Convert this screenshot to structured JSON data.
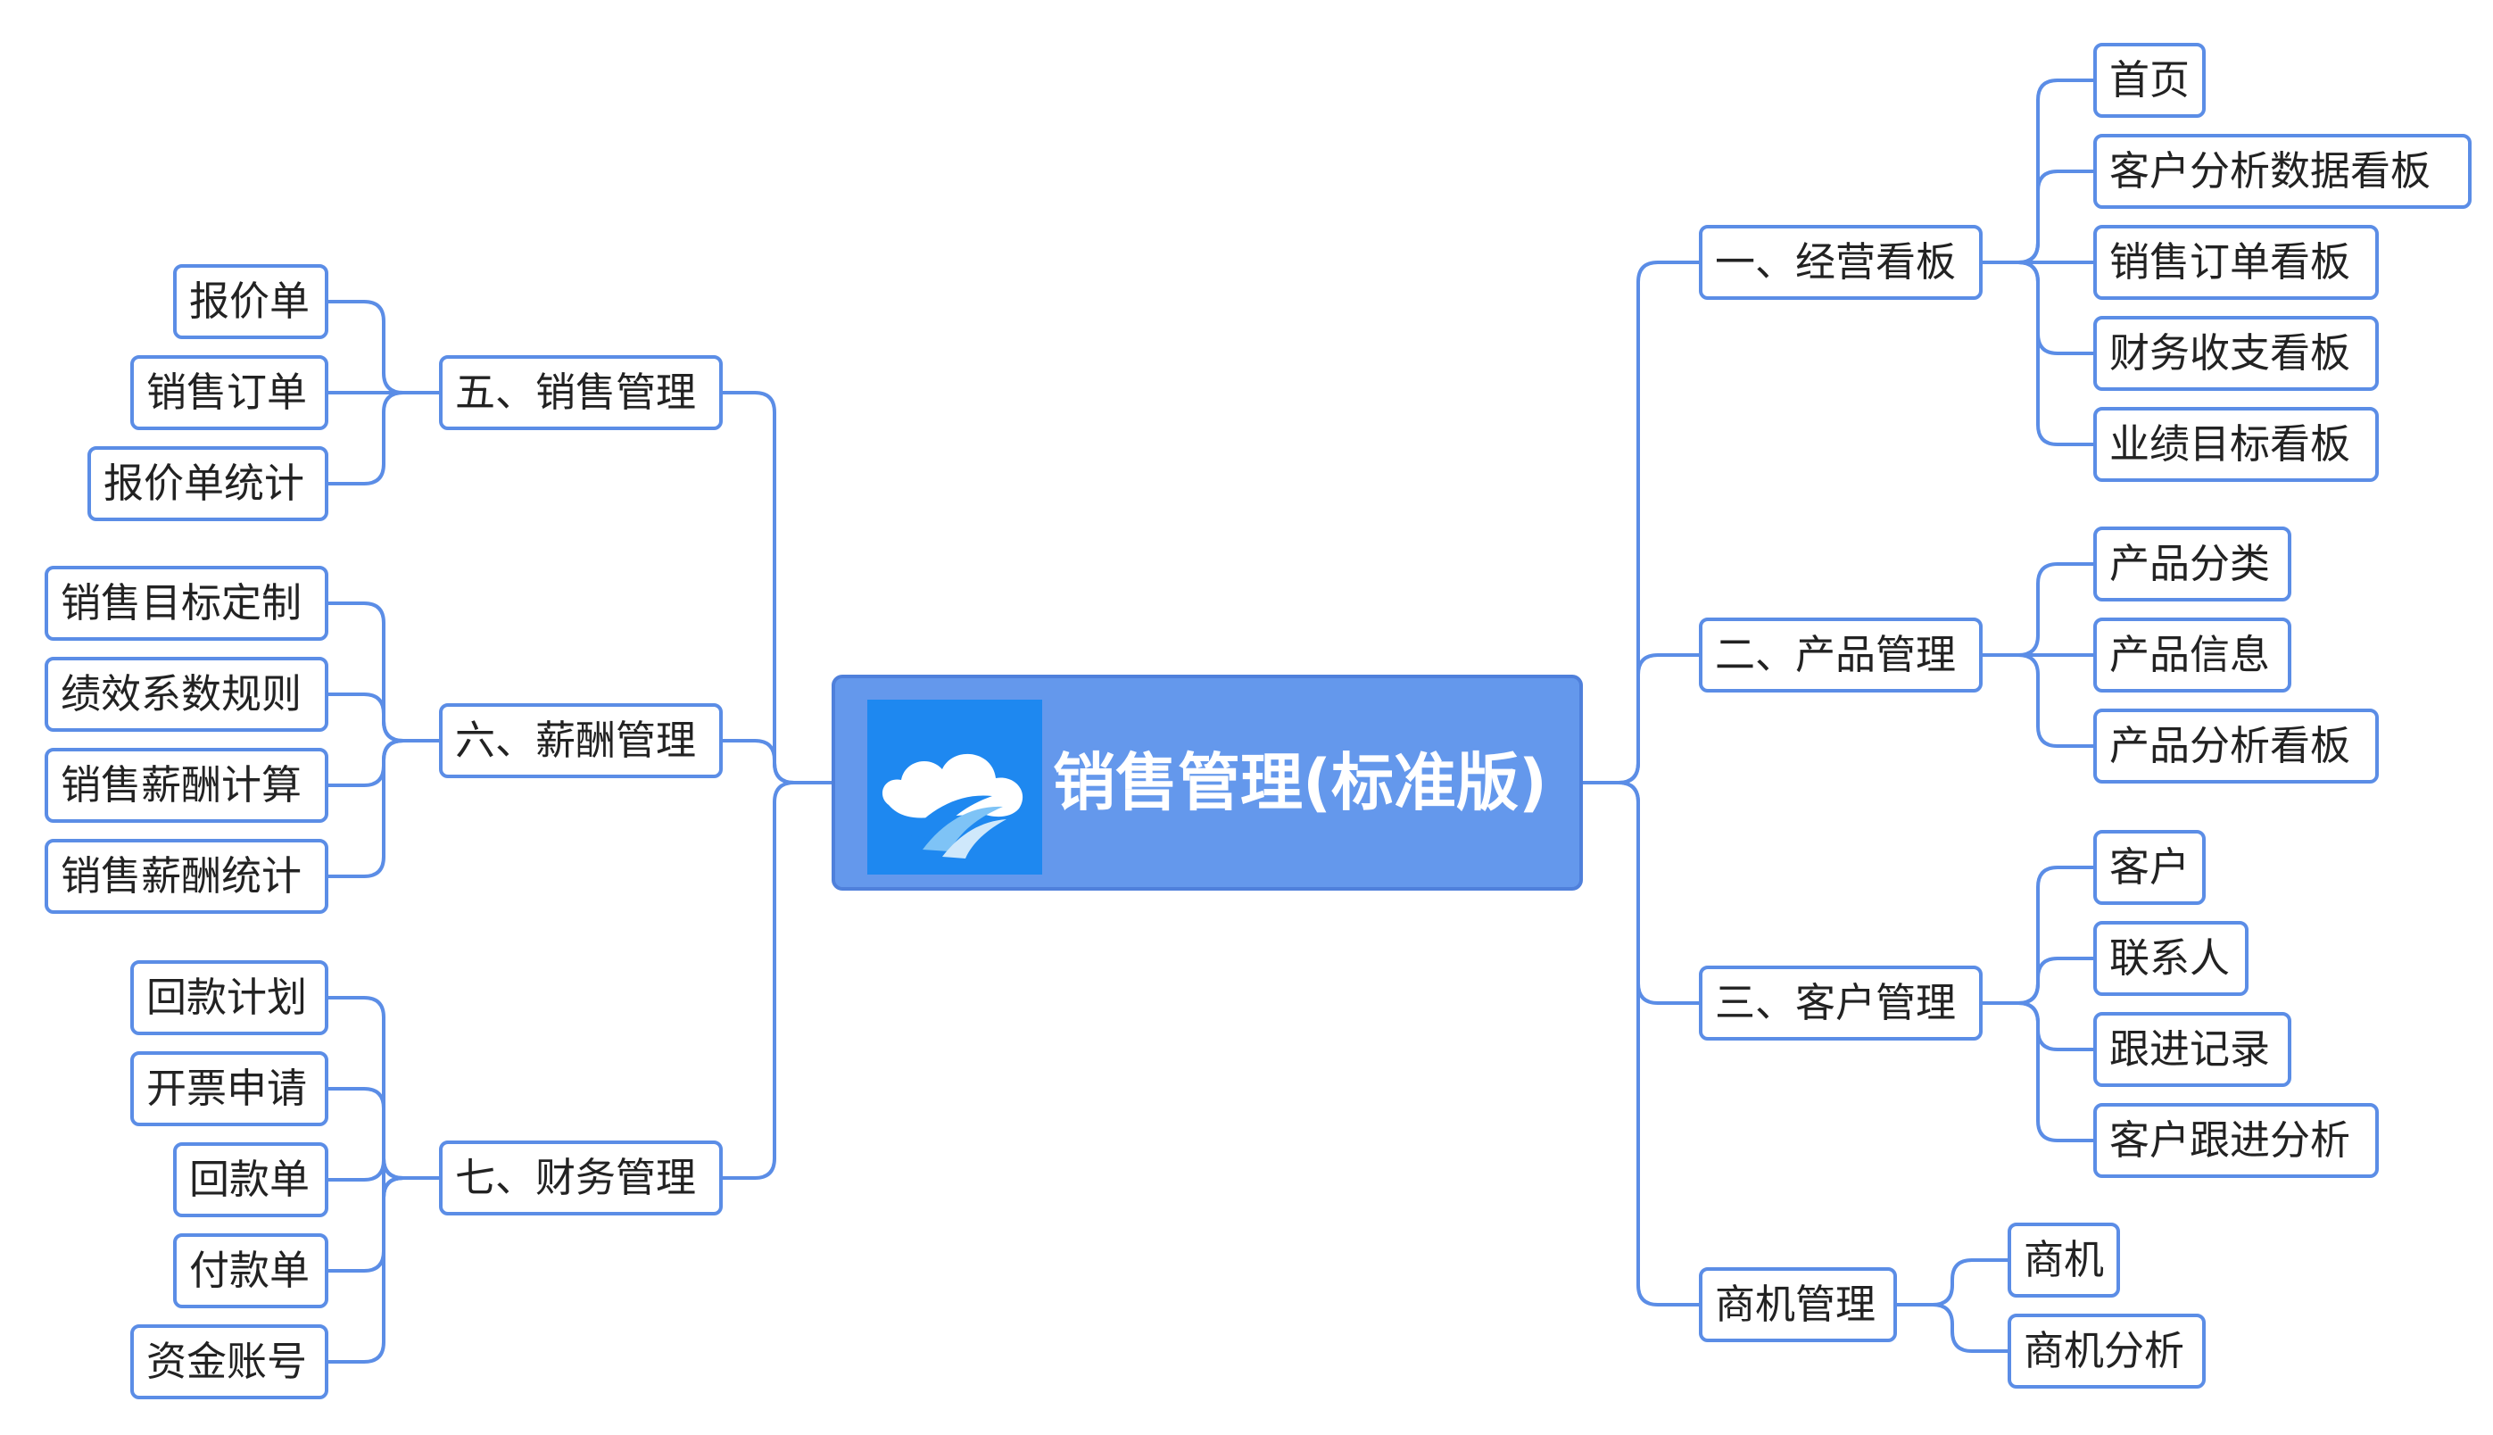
{
  "root": {
    "title": "销售管理(标准版)",
    "logo_icon": "cloud-road-logo-icon"
  },
  "colors": {
    "line": "#5b8de6",
    "root_fill": "#6498ec",
    "root_border": "#4f80db",
    "logo_fill": "#1e88f0"
  },
  "branches": {
    "b1": {
      "label": "一、经营看板",
      "children": [
        "首页",
        "客户分析数据看板",
        "销售订单看板",
        "财务收支看板",
        "业绩目标看板"
      ]
    },
    "b2": {
      "label": "二、产品管理",
      "children": [
        "产品分类",
        "产品信息",
        "产品分析看板"
      ]
    },
    "b3": {
      "label": "三、客户管理",
      "children": [
        "客户",
        "联系人",
        "跟进记录",
        "客户跟进分析"
      ]
    },
    "b4": {
      "label": "商机管理",
      "children": [
        "商机",
        "商机分析"
      ]
    },
    "b5": {
      "label": "五、销售管理",
      "children": [
        "报价单",
        "销售订单",
        "报价单统计"
      ]
    },
    "b6": {
      "label": "六、薪酬管理",
      "children": [
        "销售目标定制",
        "绩效系数规则",
        "销售薪酬计算",
        "销售薪酬统计"
      ]
    },
    "b7": {
      "label": "七、财务管理",
      "children": [
        "回款计划",
        "开票申请",
        "回款单",
        "付款单",
        "资金账号"
      ]
    }
  }
}
